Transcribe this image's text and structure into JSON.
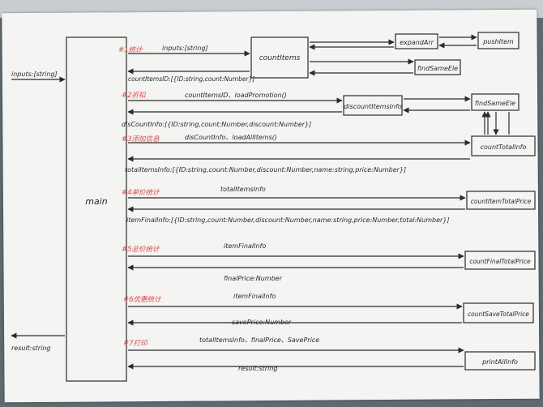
{
  "boxes": {
    "main": "main",
    "count_items": "countItems",
    "expand_arr": "expandArr",
    "push_item": "pushItem",
    "find_same_ele_top": "findSameEle",
    "discount_items_info": "discountItemsInfo",
    "find_same_ele_mid": "findSameEle",
    "count_total_info": "countTotalInfo",
    "count_item_total_price": "countItemTotalPrice",
    "count_final_total_price": "countFinalTotalPrice",
    "count_save_total_price": "countSaveTotalPrice",
    "print_all_info": "printAllInfo"
  },
  "external": {
    "input_label": "inputs:[string]",
    "result_label": "result:string"
  },
  "steps": [
    {
      "tag": "#1统计",
      "call": "inputs:[string]",
      "ret": "countItemsID:[{ID:string,count:Number}]"
    },
    {
      "tag": "#2折扣",
      "call": "countItemsID、loadPromotion()",
      "ret": "disCountInfo:[{ID:string,count:Number,discount:Number}]"
    },
    {
      "tag": "#3添加信息",
      "call": "disCountInfo、loadAllItems()",
      "ret": "totalItemsInfo:[{ID:string,count:Number,discount:Number,name:string,price:Number}]"
    },
    {
      "tag": "#4单价统计",
      "call": "totalItemsInfo",
      "ret": "itemFinalInfo:[{ID:string,count:Number,discount:Number,name:string,price:Number,total:Number}]"
    },
    {
      "tag": "#5总价统计",
      "call": "itemFinalInfo",
      "ret": "finalPrice:Number"
    },
    {
      "tag": "#6优惠统计",
      "call": "itemFinalInfo",
      "ret": "savePrice:Number"
    },
    {
      "tag": "#7打印",
      "call": "totalItemsInfo、finalPrice、SavePrice",
      "ret": "result:string"
    }
  ],
  "colors": {
    "ink": "#2b2b2b",
    "tag_red": "#e24a4a",
    "paper": "#f4f4f2"
  }
}
